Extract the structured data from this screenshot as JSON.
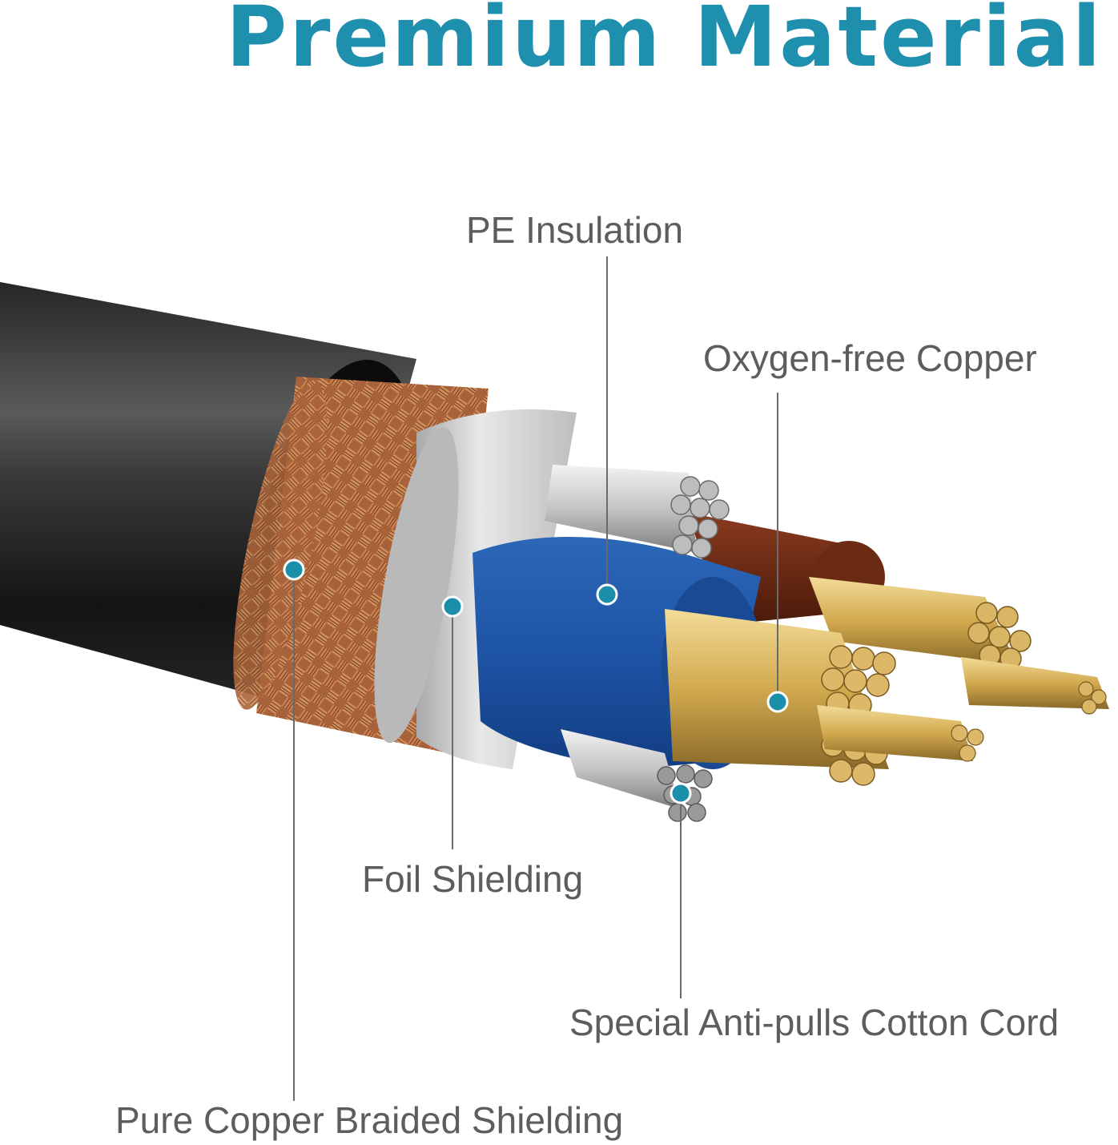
{
  "title": "Premium Material",
  "colors": {
    "title": "#1f8fae",
    "label_text": "#5d5d5d",
    "marker": "#1b8fa9",
    "leader_line": "#6a6a6a",
    "jacket": "#1c1c1c",
    "copper_braid": "#b46d3f",
    "foil": "#cfcfcf",
    "pe_insulation": "#1f56a8",
    "copper_insulation": "#6b2a14",
    "conductor_gold": "#d8b260",
    "cotton_cord": "#9a9a9a"
  },
  "labels": {
    "pe_insulation": "PE Insulation",
    "oxygen_free_copper": "Oxygen-free Copper",
    "foil_shielding": "Foil Shielding",
    "cotton_cord": "Special Anti-pulls Cotton Cord",
    "copper_braid": "Pure Copper Braided Shielding"
  }
}
